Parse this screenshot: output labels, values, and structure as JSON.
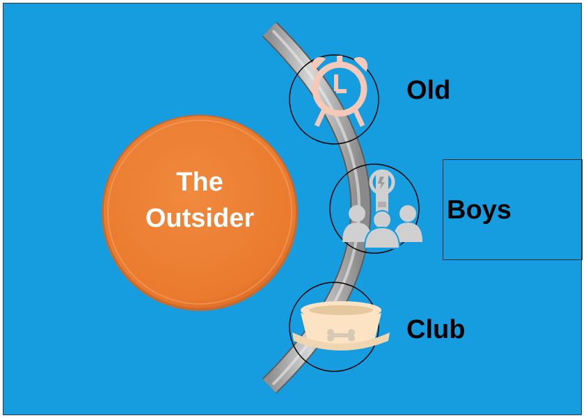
{
  "main_topic": {
    "line1": "The",
    "line2": "Outsider"
  },
  "items": [
    {
      "label": "Old",
      "icon": "alarm-clock-icon"
    },
    {
      "label": "Boys",
      "icon": "people-with-pole-icon"
    },
    {
      "label": "Club",
      "icon": "pet-bowl-icon"
    }
  ],
  "colors": {
    "background": "#169de0",
    "main_circle": "#ec7f33",
    "arc": "#a9a9a9",
    "clock_icon": "#f6c8b8",
    "people_icon": "#d0d0d0",
    "bowl_icon": "#fbe3c4"
  }
}
